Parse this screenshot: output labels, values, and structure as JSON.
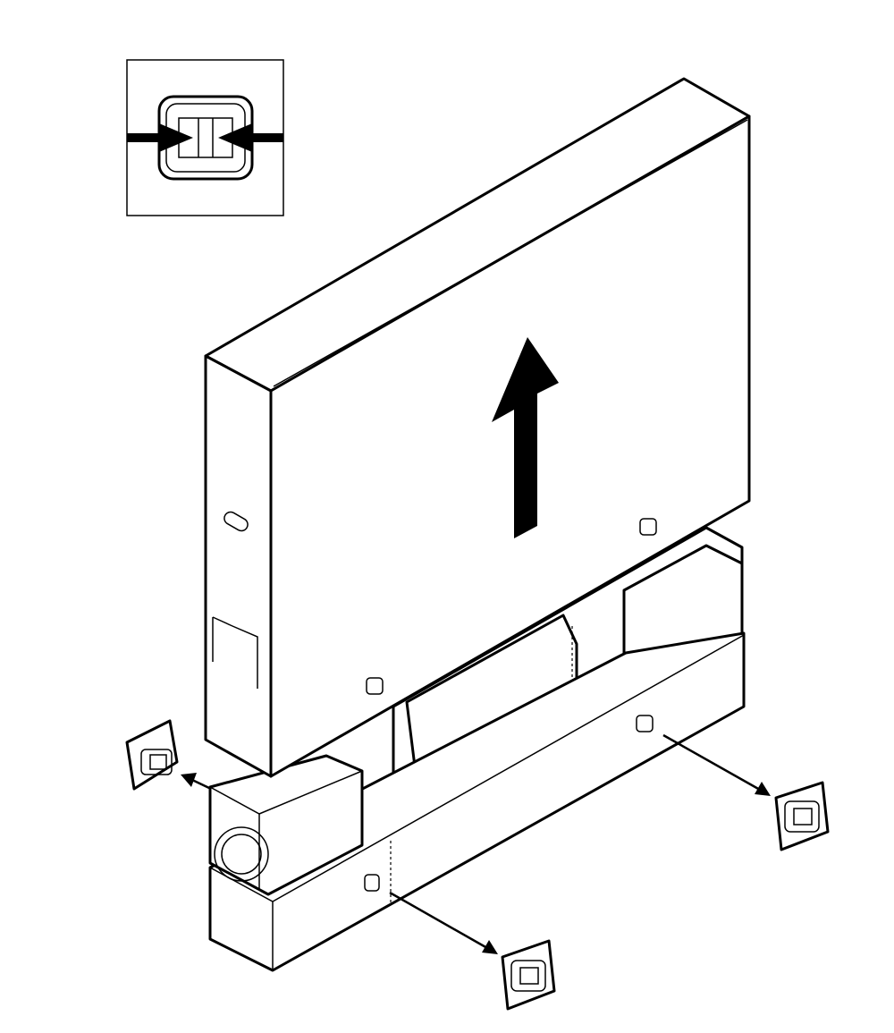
{
  "diagram": {
    "colors": {
      "line": "#000000",
      "background": "#ffffff"
    },
    "icons": [
      "inset-detail-clip-squeeze",
      "lift-up-arrow",
      "carton-clip",
      "removal-arrow"
    ]
  }
}
